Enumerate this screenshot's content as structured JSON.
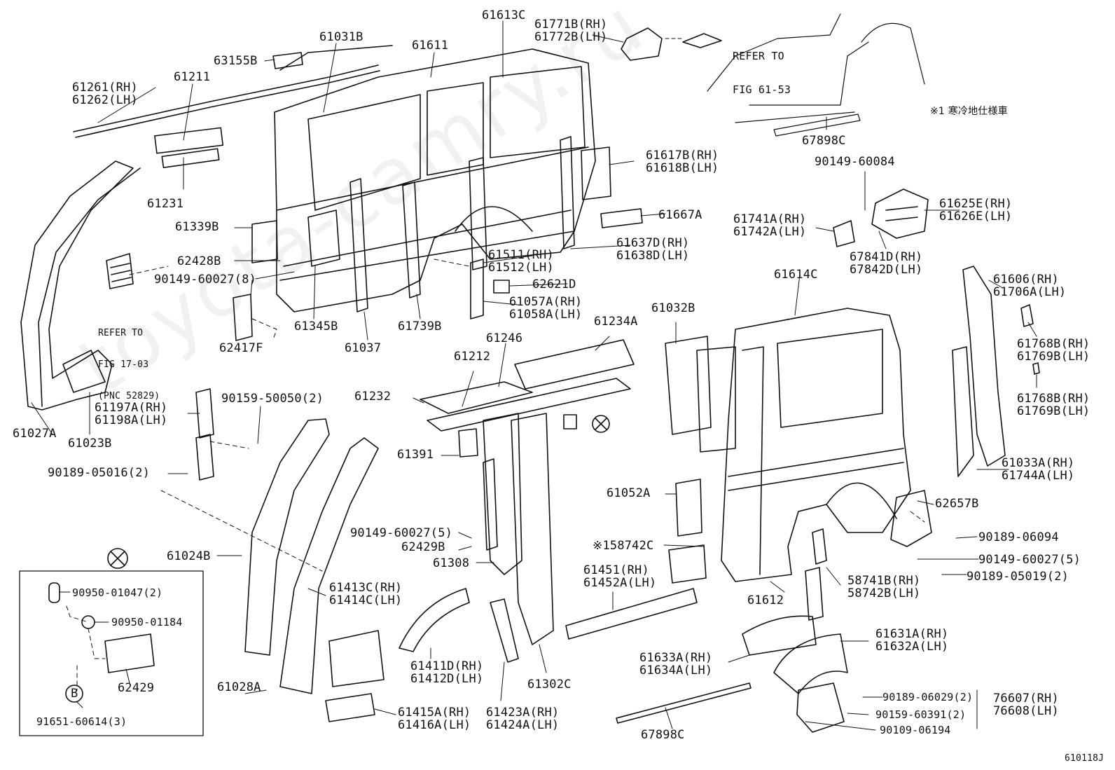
{
  "diagram_code": "610118J",
  "watermark": "toyota-camry.ru",
  "note_cold": "※1 寒冷地仕様車",
  "refer_61_53": [
    "REFER TO",
    "FIG 61-53"
  ],
  "refer_17_03": [
    "REFER TO",
    "FIG 17-03",
    "(PNC 52829)"
  ],
  "inset_marker": "⊗",
  "inset_b_marker": "B",
  "labels": {
    "p61261": [
      "61261(RH)",
      "61262(LH)"
    ],
    "p61211": "61211",
    "p63155B": "63155B",
    "p61031B": "61031B",
    "p61611": "61611",
    "p61613C": "61613C",
    "p61771B": [
      "61771B(RH)",
      "61772B(LH)"
    ],
    "p67898C_top": "67898C",
    "p61231": "61231",
    "p61339B": "61339B",
    "p62428B": "62428B",
    "p90149_60027_8": "90149-60027(8)",
    "p62417F": "62417F",
    "p61345B": "61345B",
    "p61037": "61037",
    "p61739B": "61739B",
    "p61617B": [
      "61617B(RH)",
      "61618B(LH)"
    ],
    "p61667A": "61667A",
    "p61637D": [
      "61637D(RH)",
      "61638D(LH)"
    ],
    "p61511": [
      "61511(RH)",
      "61512(LH)"
    ],
    "p62621D": "62621D",
    "p61057A": [
      "61057A(RH)",
      "61058A(LH)"
    ],
    "p90149_60084": "90149-60084",
    "p61741A": [
      "61741A(RH)",
      "61742A(LH)"
    ],
    "p61625E": [
      "61625E(RH)",
      "61626E(LH)"
    ],
    "p67841D": [
      "67841D(RH)",
      "67842D(LH)"
    ],
    "p61614C": "61614C",
    "p61606": [
      "61606(RH)",
      "61706A(LH)"
    ],
    "p61768B_a": [
      "61768B(RH)",
      "61769B(LH)"
    ],
    "p61768B_b": [
      "61768B(RH)",
      "61769B(LH)"
    ],
    "p61033A": [
      "61033A(RH)",
      "61744A(LH)"
    ],
    "p61027A": "61027A",
    "p61023B": "61023B",
    "p61197A": [
      "61197A(RH)",
      "61198A(LH)"
    ],
    "p90159_50050": "90159-50050(2)",
    "p90189_05016": "90189-05016(2)",
    "p61246": "61246",
    "p61234A": "61234A",
    "p61212": "61212",
    "p61232": "61232",
    "p61032B": "61032B",
    "p61391": "61391",
    "p61052A": "61052A",
    "p62657B": "62657B",
    "p90149_60027_5a": "90149-60027(5)",
    "p62429B": "62429B",
    "p61308": "61308",
    "p158742C": "※158742C",
    "p90189_06094": "90189-06094",
    "p90149_60027_5b": "90149-60027(5)",
    "p90189_05019": "90189-05019(2)",
    "p61024B": "61024B",
    "p61451": [
      "61451(RH)",
      "61452A(LH)"
    ],
    "p58741B": [
      "58741B(RH)",
      "58742B(LH)"
    ],
    "p61612": "61612",
    "p61413C": [
      "61413C(RH)",
      "61414C(LH)"
    ],
    "p61631A": [
      "61631A(RH)",
      "61632A(LH)"
    ],
    "p61633A": [
      "61633A(RH)",
      "61634A(LH)"
    ],
    "p61411D": [
      "61411D(RH)",
      "61412D(LH)"
    ],
    "p61302C": "61302C",
    "p61028A": "61028A",
    "p61415A": [
      "61415A(RH)",
      "61416A(LH)"
    ],
    "p61423A": [
      "61423A(RH)",
      "61424A(LH)"
    ],
    "p67898C_bot": "67898C",
    "p90189_06029": "90189-06029(2)",
    "p90159_60391": "90159-60391(2)",
    "p90109_06194": "90109-06194",
    "p76607": [
      "76607(RH)",
      "76608(LH)"
    ],
    "p90950_01047": "90950-01047(2)",
    "p90950_01184": "90950-01184",
    "p62429": "62429",
    "p91651_60614": "91651-60614(3)"
  },
  "colors": {
    "ink": "#111111",
    "paper": "#ffffff",
    "watermark": "#000000"
  }
}
